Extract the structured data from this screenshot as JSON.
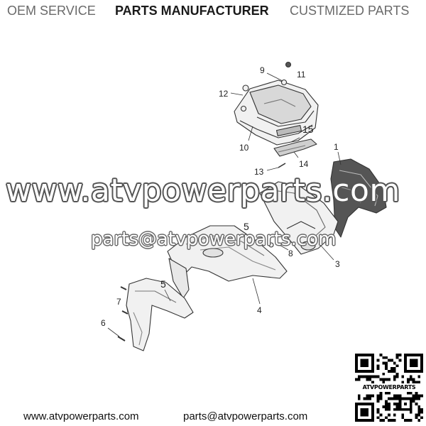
{
  "header": {
    "items": [
      "OEM SERVICE",
      "PARTS MANUFACTURER",
      "CUSTMIZED PARTS"
    ]
  },
  "watermark": {
    "main": "www.atvpowerparts.com",
    "email": "parts@atvpowerparts.com"
  },
  "callouts": {
    "c1": "1",
    "c3": "3",
    "c4": "4",
    "c5a": "5",
    "c5b": "5",
    "c6": "6",
    "c7": "7",
    "c8": "8",
    "c9": "9",
    "c10": "10",
    "c11": "11",
    "c12": "12",
    "c13": "13",
    "c14": "14",
    "c15": "15"
  },
  "footer": {
    "website": "www.atvpowerparts.com",
    "email": "parts@atvpowerparts.com"
  },
  "qr": {
    "caption": "ATVPOWERPARTS"
  }
}
